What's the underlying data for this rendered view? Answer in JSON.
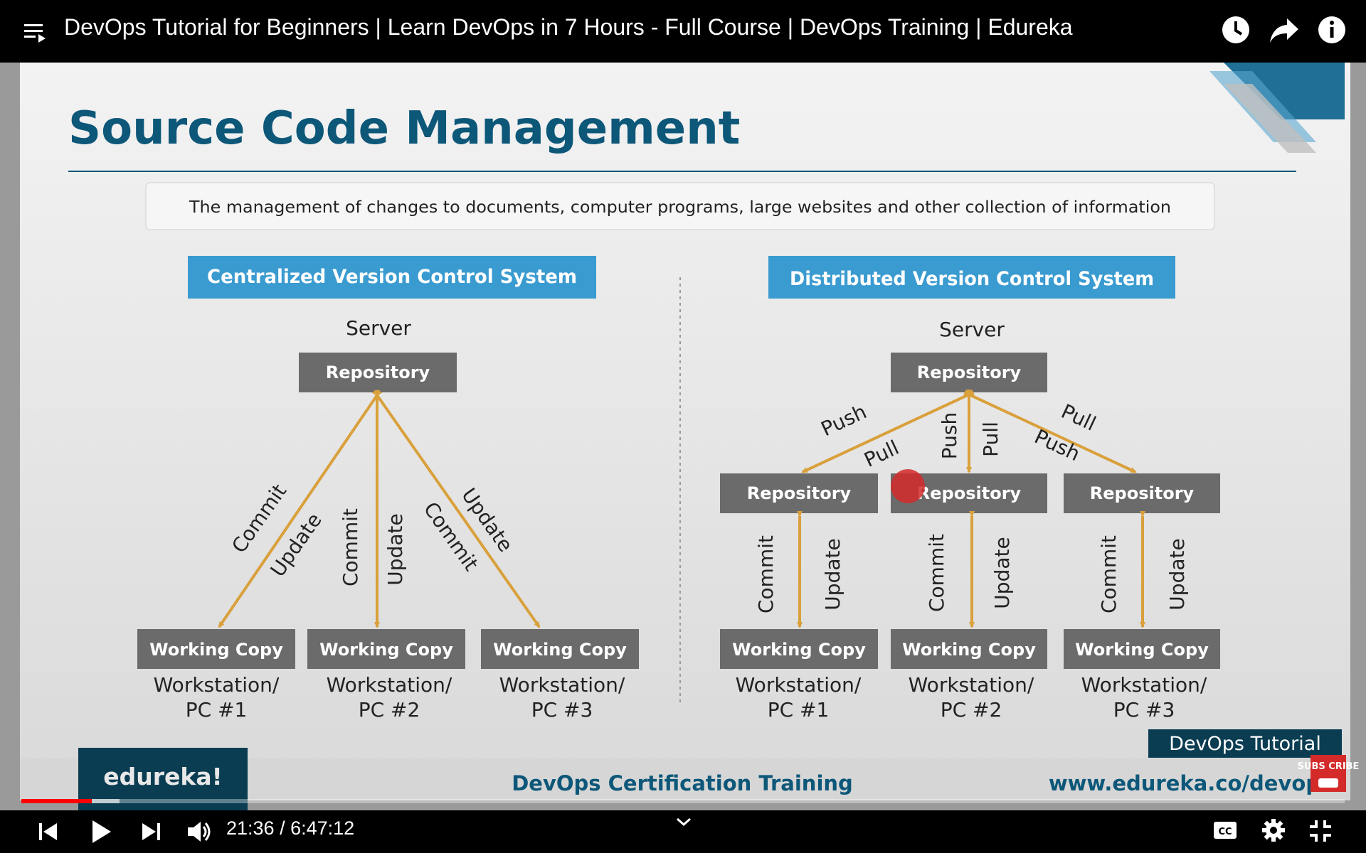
{
  "player": {
    "video_title": "DevOps Tutorial for Beginners | Learn DevOps in 7 Hours - Full Course | DevOps Training | Edureka",
    "time_current": "21:36",
    "time_total": "6:47:12",
    "time_display": "21:36 / 6:47:12",
    "progress_played": 0.0531,
    "accent": "#ff0000"
  },
  "slide": {
    "heading": "Source Code Management",
    "definition": "The management of changes to documents, computer programs, large websites and other collection of information",
    "centralized": {
      "header": "Centralized Version Control System",
      "server_label": "Server",
      "repo_label": "Repository",
      "arrow_labels": {
        "commit": "Commit",
        "update": "Update"
      },
      "working_copy_label": "Working Copy",
      "workstations": [
        {
          "line1": "Workstation/",
          "line2": "PC #1"
        },
        {
          "line1": "Workstation/",
          "line2": "PC #2"
        },
        {
          "line1": "Workstation/",
          "line2": "PC #3"
        }
      ]
    },
    "distributed": {
      "header": "Distributed Version Control System",
      "server_label": "Server",
      "repo_label": "Repository",
      "arrow_labels": {
        "push": "Push",
        "pull": "Pull",
        "commit": "Commit",
        "update": "Update"
      },
      "working_copy_label": "Working Copy",
      "workstations": [
        {
          "line1": "Workstation/",
          "line2": "PC #1"
        },
        {
          "line1": "Workstation/",
          "line2": "PC #2"
        },
        {
          "line1": "Workstation/",
          "line2": "PC #3"
        }
      ]
    },
    "footer": {
      "logo": "edureka!",
      "course": "DevOps Certification Training",
      "url": "www.edureka.co/devop",
      "badge": "DevOps Tutorial",
      "subscribe_text": "SUBS CRIBE"
    },
    "colors": {
      "heading": "#0d5779",
      "header_box": "#3a9bd0",
      "node": "#6b6b6b",
      "arrow": "#d9a03b",
      "footer_dark": "#0b3d52"
    }
  },
  "icons": {
    "menu": "playlist-icon",
    "watch_later": "clock-icon",
    "share": "share-icon",
    "info": "info-icon",
    "prev": "skip-previous-icon",
    "play": "play-icon",
    "next": "skip-next-icon",
    "volume": "volume-icon",
    "chapters": "chevron-down-icon",
    "captions": "cc-icon",
    "settings": "gear-icon",
    "exit_fullscreen": "exit-fullscreen-icon"
  }
}
